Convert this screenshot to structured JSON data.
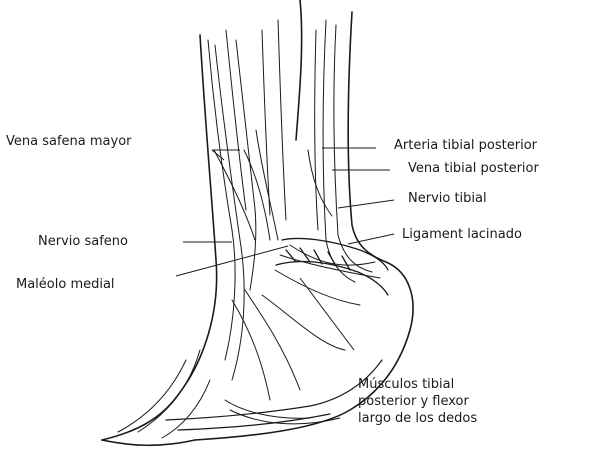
{
  "labels": {
    "vena_safena_mayor": "Vena safena mayor",
    "nervio_safeno": "Nervio safeno",
    "maleolo_medial": "Maléolo medial",
    "arteria_tibial_posterior": "Arteria tibial posterior",
    "vena_tibial_posterior": "Vena tibial posterior",
    "nervio_tibial": "Nervio tibial",
    "ligamento": "Ligament lacinado",
    "musculos": [
      "Músculos tibial",
      "posterior y flexor",
      "largo de los dedos"
    ]
  },
  "colors": {
    "ink": "#1a1a1a",
    "background": "#ffffff"
  }
}
